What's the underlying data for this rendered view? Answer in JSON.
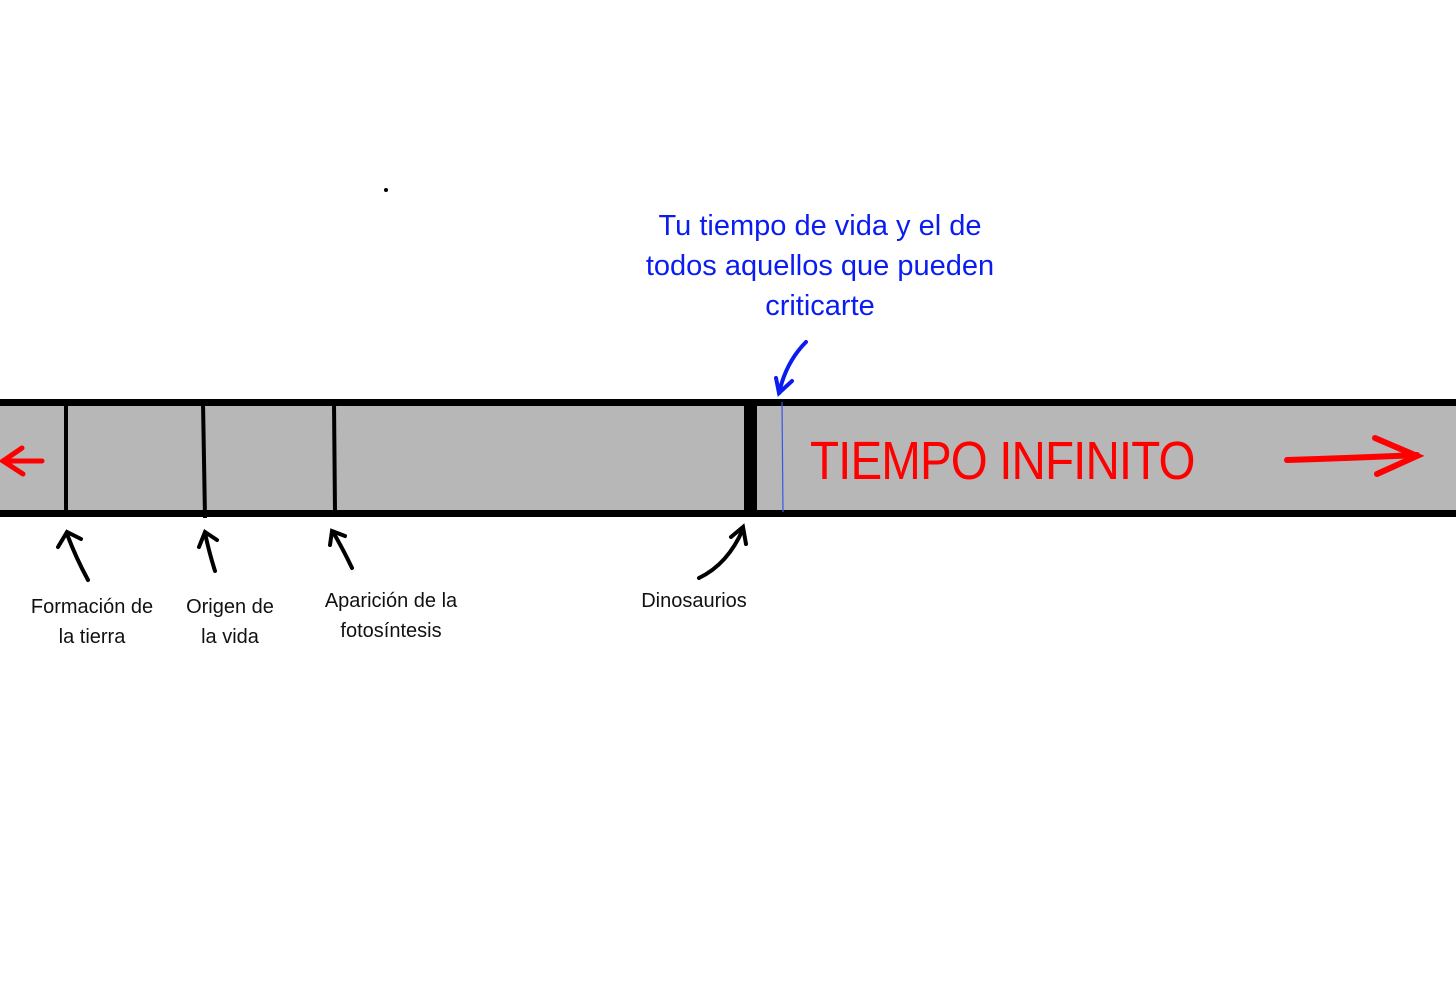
{
  "diagram": {
    "title_caption": {
      "lines": [
        "Tu tiempo de vida y el de",
        "todos aquellos que pueden",
        "criticarte"
      ],
      "color": "#0a1cf0"
    },
    "timeline": {
      "fill_color": "#b7b7b7",
      "border_color": "#000000",
      "infinite_label": "TIEMPO INFINITO",
      "infinite_label_color": "#ff0000",
      "markers": [
        {
          "id": "formacion",
          "label_lines": [
            "Formación de",
            "la tierra"
          ]
        },
        {
          "id": "origen",
          "label_lines": [
            "Origen de",
            "la vida"
          ]
        },
        {
          "id": "fotosintesis",
          "label_lines": [
            "Aparición de la",
            "fotosíntesis"
          ]
        },
        {
          "id": "dinosaurios",
          "label_lines": [
            "Dinosaurios"
          ]
        }
      ]
    },
    "icons": {
      "left_arrow": "arrow-left-icon",
      "right_arrow": "arrow-right-icon"
    }
  }
}
